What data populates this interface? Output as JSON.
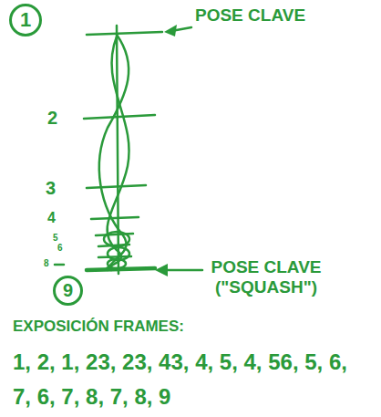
{
  "diagram": {
    "nodes": [
      {
        "text": [
          "1"
        ]
      },
      {
        "text": [
          "9"
        ]
      }
    ],
    "labels": [
      "POSE CLAVE",
      "2",
      "3",
      "4",
      "5",
      "6",
      "8",
      "POSE CLAVE (\"SQUASH\")",
      "EXPOSICIÓN FRAMES:",
      "1, 2, 1, 23, 23, 43, 4, 5, 4, 56, 5, 6, 7, 6, 7, 8, 7, 8, 9"
    ]
  }
}
